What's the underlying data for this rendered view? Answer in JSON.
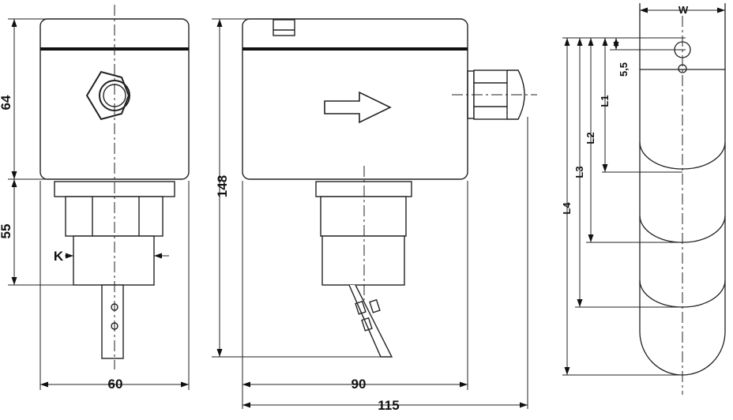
{
  "front_view": {
    "dim_height_upper": "64",
    "dim_height_lower": "55",
    "dim_width": "60",
    "label_k": "K"
  },
  "side_view": {
    "dim_total_height": "148",
    "dim_width": "90",
    "dim_total_width": "115"
  },
  "paddle_view": {
    "dim_width": "W",
    "dim_hole": "5,5",
    "labels_length": [
      "L1",
      "L2",
      "L3",
      "L4"
    ]
  }
}
